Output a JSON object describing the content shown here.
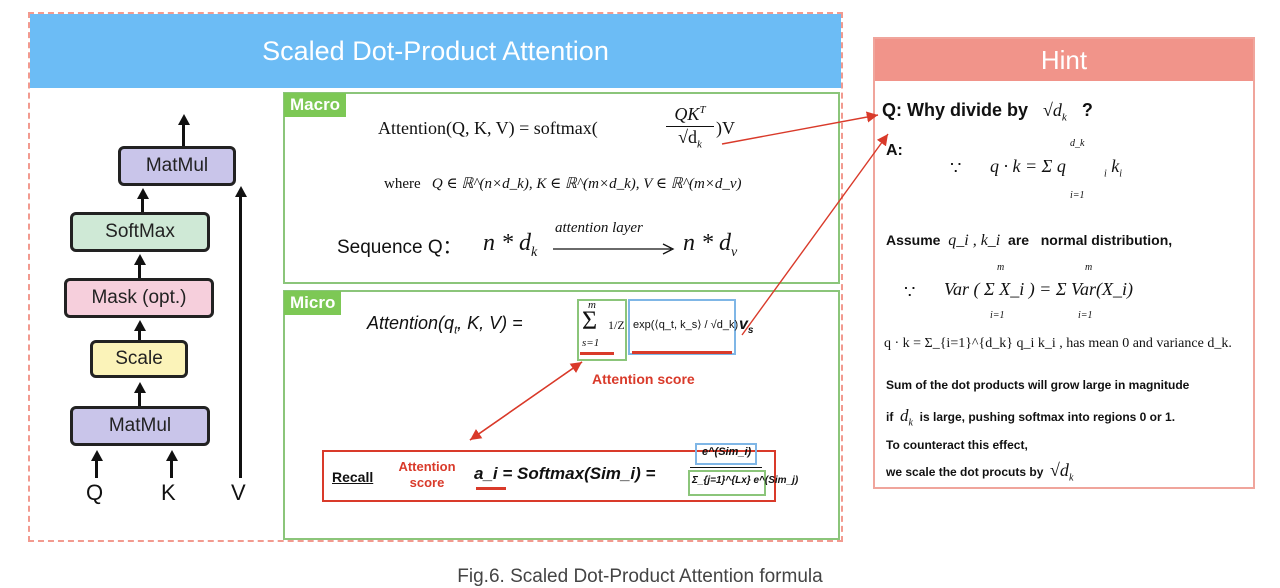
{
  "main": {
    "title": "Scaled Dot-Product Attention"
  },
  "diagram": {
    "blocks": [
      {
        "label": "MatMul",
        "color": "#c9c5ea"
      },
      {
        "label": "SoftMax",
        "color": "#cfe9d6"
      },
      {
        "label": "Mask (opt.)",
        "color": "#f6cfdc"
      },
      {
        "label": "Scale",
        "color": "#fbf3b9"
      },
      {
        "label": "MatMul",
        "color": "#c9c5ea"
      }
    ],
    "inputs": [
      "Q",
      "K",
      "V"
    ]
  },
  "macro": {
    "tag": "Macro",
    "formula_lhs": "Attention(Q, K, V) = softmax(",
    "formula_num": "QK",
    "formula_sup": "T",
    "formula_den": "√d",
    "formula_den_sub": "k",
    "formula_rhs": ")V",
    "where_word": "where",
    "where_math": "Q ∈ ℝ^(n×d_k), K ∈ ℝ^(m×d_k), V ∈ ℝ^(m×d_v)",
    "sequence_label": "Sequence Q：",
    "sequence_left": "n * d",
    "sequence_left_sub": "k",
    "sequence_arrow_label": "attention layer",
    "sequence_right": "n * d",
    "sequence_right_sub": "v"
  },
  "micro": {
    "tag": "Micro",
    "formula_lhs": "Attention(q",
    "formula_lhs_sub": "t",
    "formula_lhs_rest": ", K, V) =",
    "sum_top": "m",
    "sum_bottom": "s=1",
    "frac": "1/Z",
    "exp_text": "exp(⟨q_t, k_s⟩ / √d_k)",
    "v_label": "v",
    "v_sub": "s",
    "attention_score_label": "Attention score",
    "recall_label": "Recall",
    "recall_score_label": "Attention score",
    "recall_formula": "a_i = Softmax(Sim_i) =",
    "recall_num": "e^(Sim_i)",
    "recall_den": "Σ_{j=1}^{Lx} e^(Sim_j)"
  },
  "hint": {
    "title": "Hint",
    "question": "Q: Why divide by",
    "question_sqrt": "√d",
    "question_sqrt_sub": "k",
    "question_mark": "?",
    "answer_label": "A:",
    "because1": "∵",
    "dot_eq": "q · k = Σ q",
    "sum_top": "d_k",
    "sum_bottom": "i=1",
    "assume_prefix": "Assume",
    "assume_vars": "q_i , k_i",
    "assume_mid": "are",
    "assume_suffix": "normal distribution,",
    "because2": "∵",
    "var_eq": "Var ( Σ X_i ) = Σ Var(X_i)",
    "var_sum_top": "m",
    "var_sum_bottom": "i=1",
    "mean_line": "q · k = Σ_{i=1}^{d_k} q_i k_i , has mean 0 and variance d_k.",
    "line_sum": "Sum of the dot products will grow large in magnitude",
    "line_if_prefix": "if",
    "line_if_var": "d",
    "line_if_var_sub": "k",
    "line_if_suffix": "is large,  pushing softmax into regions 0 or 1.",
    "line_counter": "To counteract this effect,",
    "line_scale": "we scale the dot procuts by",
    "line_scale_sqrt": "√d",
    "line_scale_sqrt_sub": "k"
  },
  "caption": "Fig.6. Scaled Dot-Product Attention formula",
  "colors": {
    "title_bar": "#6cbcf5",
    "hint_bar": "#f1948a",
    "tag_green": "#7dc855",
    "accent_red": "#d93a2a",
    "box_blue": "#7fb6e6"
  }
}
